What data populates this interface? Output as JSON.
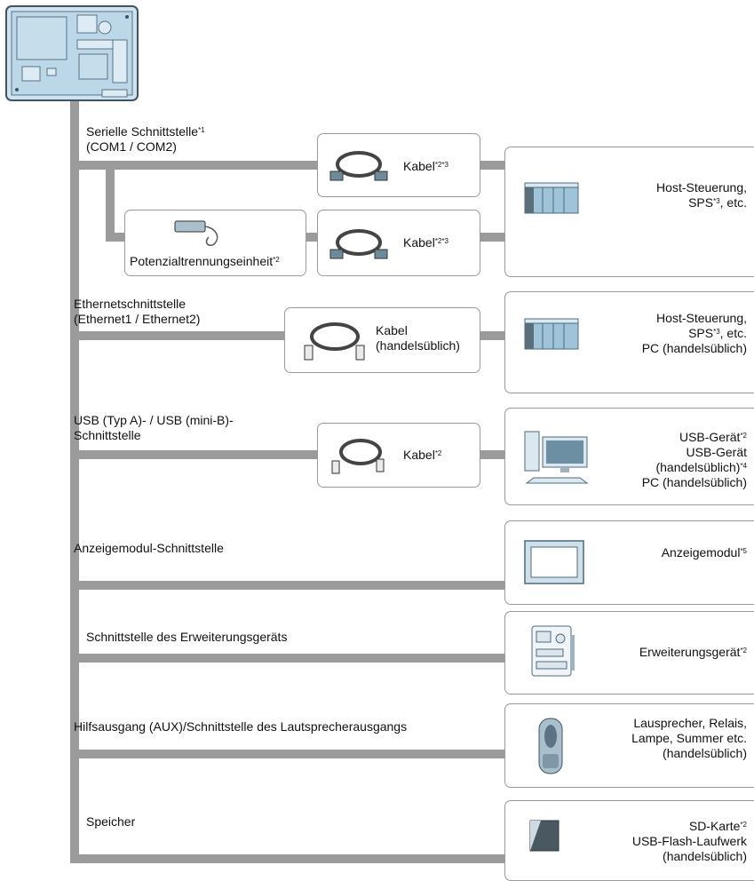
{
  "interfaces": [
    {
      "title_lines": [
        "Serielle Schnittstelle",
        "(COM1 / COM2)"
      ],
      "title_sup": "*1"
    },
    {
      "title_lines": [
        "Ethernetschnittstelle",
        "(Ethernet1 / Ethernet2)"
      ]
    },
    {
      "title_lines": [
        "USB (Typ A)- / USB (mini-B)-",
        "Schnittstelle"
      ]
    },
    {
      "title_lines": [
        "Anzeigemodul-Schnittstelle"
      ]
    },
    {
      "title_lines": [
        "Schnittstelle des Erweiterungsgeräts"
      ]
    },
    {
      "title_lines": [
        "Hilfsausgang (AUX)/Schnittstelle des Lautsprecherausgangs"
      ]
    },
    {
      "title_lines": [
        "Speicher"
      ]
    }
  ],
  "cables": {
    "serial1": {
      "label": "Kabel",
      "sup": "*2*3"
    },
    "serial2": {
      "label": "Kabel",
      "sup": "*2*3"
    },
    "ethernet": {
      "line1": "Kabel",
      "line2": "(handelsüblich)"
    },
    "usb": {
      "label": "Kabel",
      "sup": "*2"
    }
  },
  "isolation_unit": {
    "label": "Potenzialtrennungseinheit",
    "sup": "*2"
  },
  "devices": {
    "serial": {
      "l1": "Host-Steuerung,",
      "l2": "SPS",
      "l2_sup": "*3",
      "l2_tail": ", etc."
    },
    "ethernet": {
      "l1": "Host-Steuerung,",
      "l2": "SPS",
      "l2_sup": "*3",
      "l2_tail": ", etc.",
      "l3": "PC (handelsüblich)"
    },
    "usb": {
      "l1": "USB-Gerät",
      "l1_sup": "*2",
      "l2": "USB-Gerät",
      "l3": "(handelsüblich)",
      "l3_sup": "*4",
      "l4": "PC (handelsüblich)"
    },
    "display": {
      "l1": "Anzeigemodul",
      "l1_sup": "*5"
    },
    "expansion": {
      "l1": "Erweiterungsgerät",
      "l1_sup": "*2"
    },
    "aux": {
      "l1": "Lausprecher, Relais,",
      "l2": "Lampe, Summer etc.",
      "l3": "(handelsüblich)"
    },
    "storage": {
      "l1": "SD-Karte",
      "l1_sup": "*2",
      "l2": "USB-Flash-Laufwerk",
      "l3": "(handelsüblich)"
    }
  }
}
